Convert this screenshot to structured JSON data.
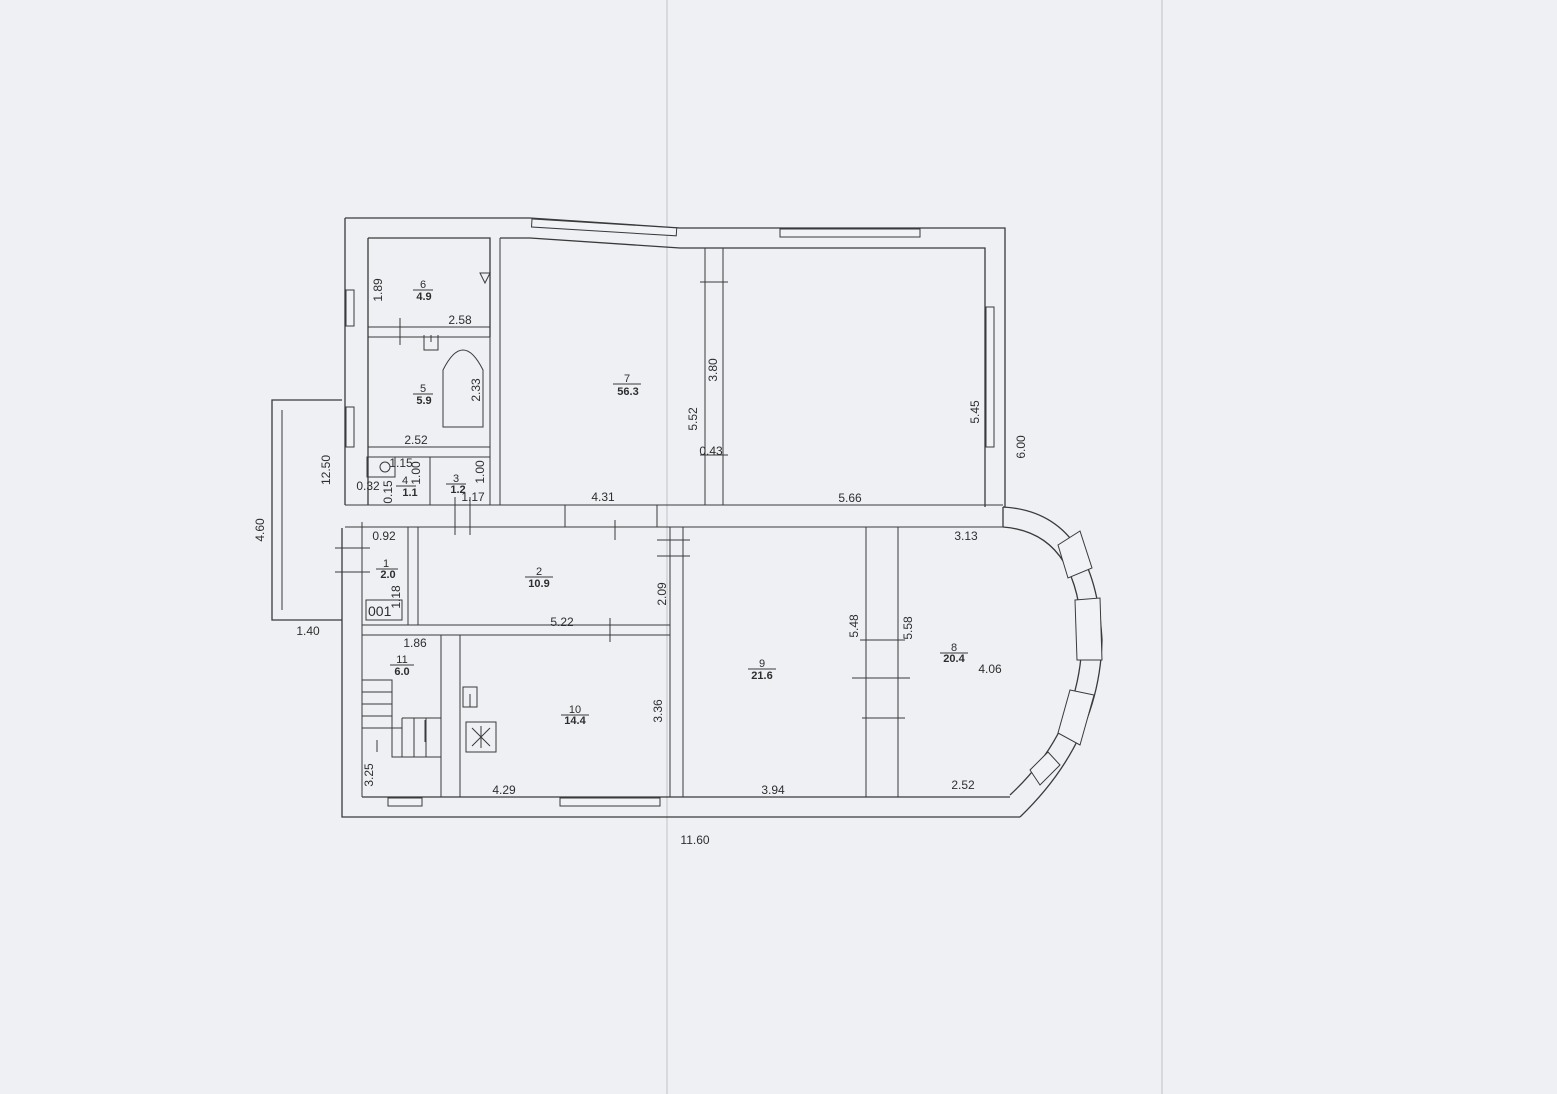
{
  "rooms": [
    {
      "number": "1",
      "area": "2.0"
    },
    {
      "number": "2",
      "area": "10.9"
    },
    {
      "number": "3",
      "area": "1.2"
    },
    {
      "number": "4",
      "area": "1.1"
    },
    {
      "number": "5",
      "area": "5.9"
    },
    {
      "number": "6",
      "area": "4.9"
    },
    {
      "number": "7",
      "area": "56.3"
    },
    {
      "number": "8",
      "area": "20.4"
    },
    {
      "number": "9",
      "area": "21.6"
    },
    {
      "number": "10",
      "area": "14.4"
    },
    {
      "number": "11",
      "area": "6.0"
    }
  ],
  "dimensions": {
    "d189": "1.89",
    "d258": "2.58",
    "d233": "2.33",
    "d252a": "2.52",
    "d115": "1.15",
    "d100a": "1.00",
    "d100b": "1.00",
    "d032": "0.32",
    "d015": "0.15",
    "d117": "1.17",
    "d1250": "12.50",
    "d460": "4.60",
    "d140": "1.40",
    "d092": "0.92",
    "d118": "1.18",
    "d186": "1.86",
    "d325": "3.25",
    "d522": "5.22",
    "d209": "2.09",
    "d336": "3.36",
    "d429": "4.29",
    "d380": "3.80",
    "d552": "5.52",
    "d043": "0.43",
    "d431": "4.31",
    "d566": "5.66",
    "d545": "5.45",
    "d600": "6.00",
    "d313": "3.13",
    "d548": "5.48",
    "d558": "5.58",
    "d406": "4.06",
    "d394": "3.94",
    "d252b": "2.52",
    "d1160": "11.60"
  },
  "fixture_label": "001"
}
